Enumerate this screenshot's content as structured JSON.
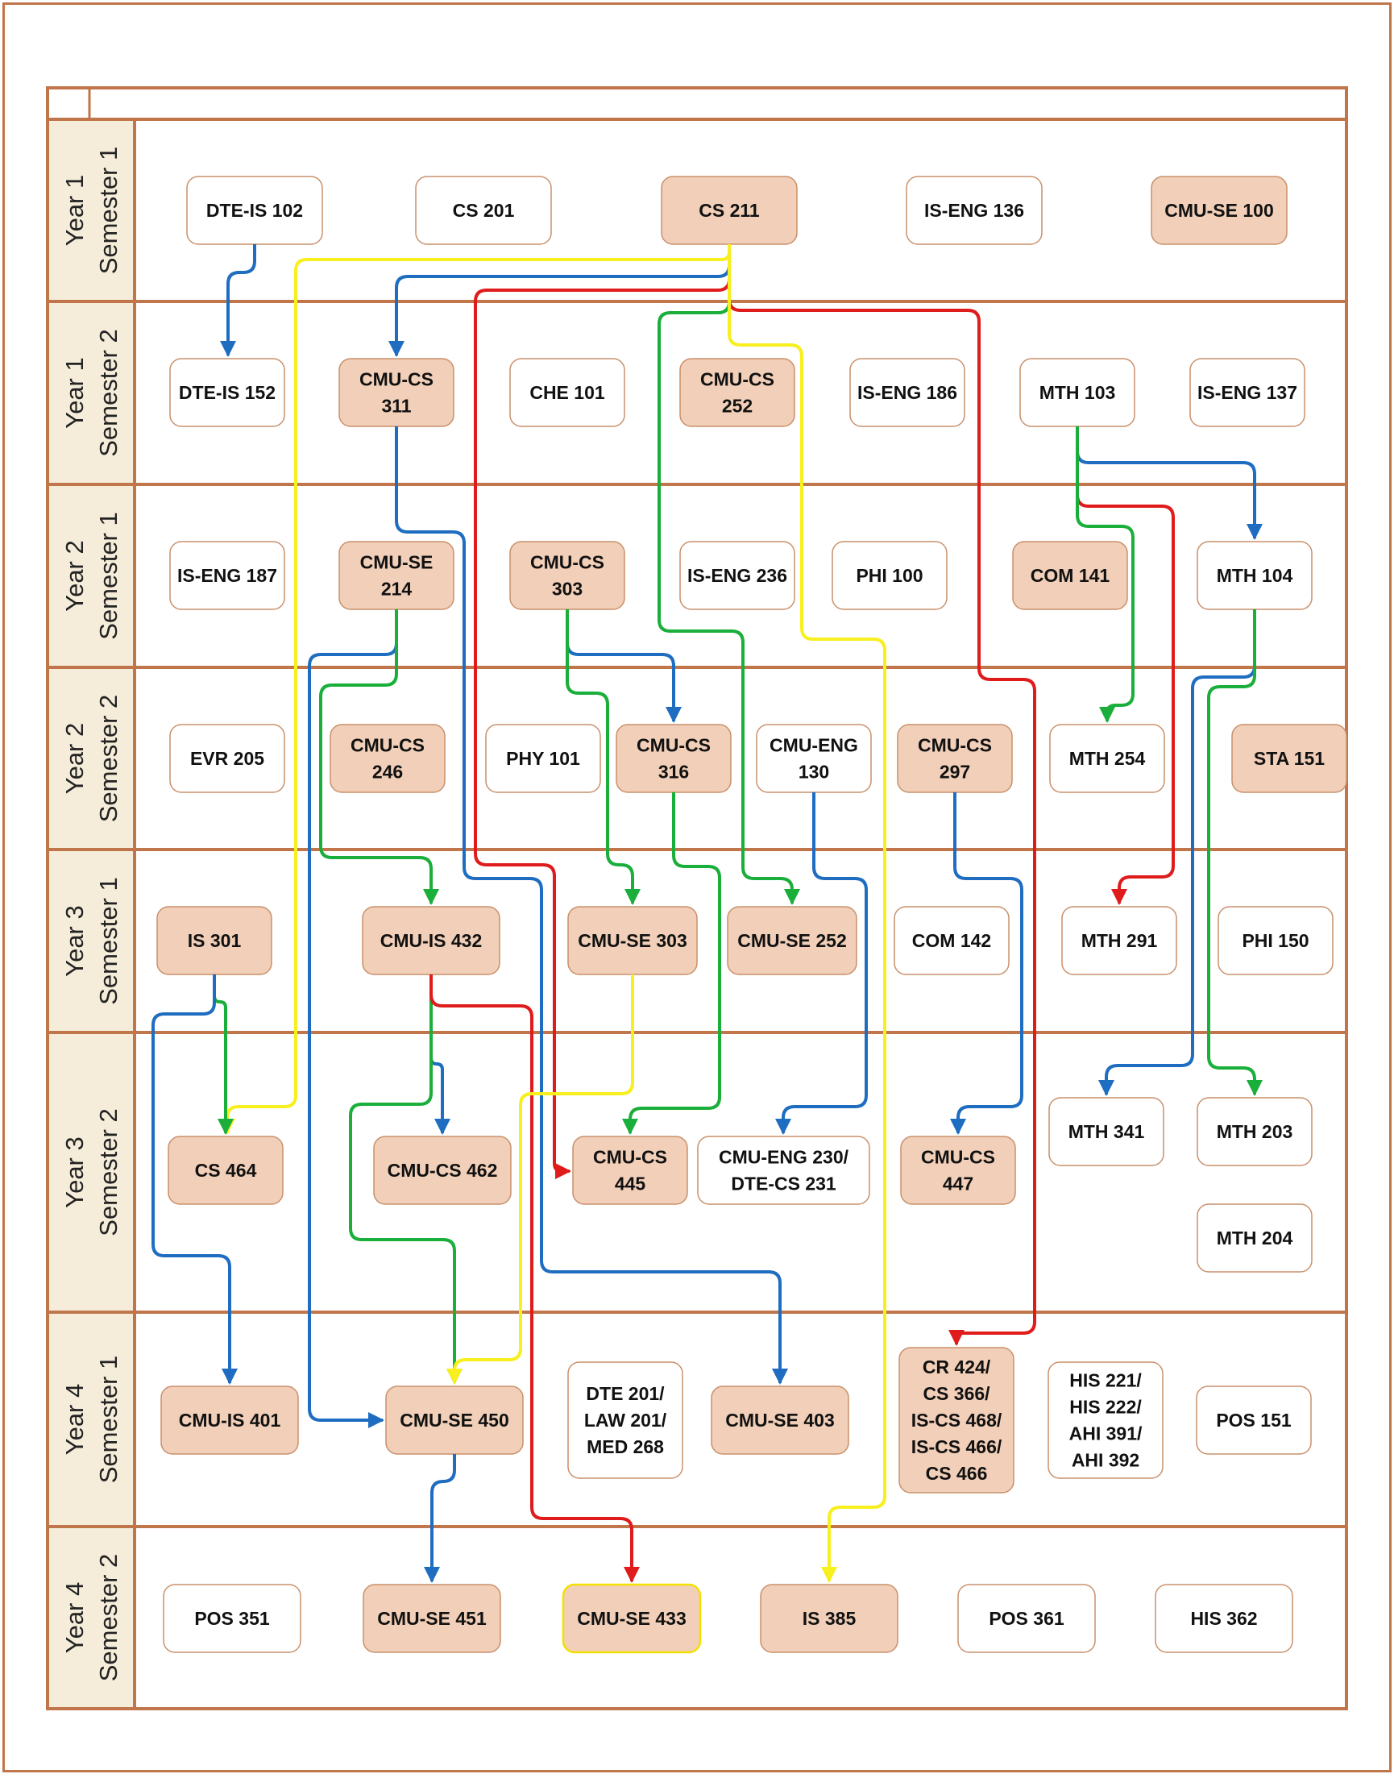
{
  "colors": {
    "frame": "#C0764A",
    "label_bg": "#F5ECDA",
    "filled_box": "#F1CFB8",
    "plain_box": "#FFFFFF",
    "box_border": "#C9906B",
    "highlight_border": "#F2E000",
    "blue": "#1F6DC0",
    "green": "#1AAE3B",
    "red": "#E01B1B",
    "yellow": "#F7EF1E"
  },
  "rows": [
    {
      "id": "y1s1",
      "year": "Year 1",
      "semester": "Semester 1"
    },
    {
      "id": "y1s2",
      "year": "Year 1",
      "semester": "Semester 2"
    },
    {
      "id": "y2s1",
      "year": "Year 2",
      "semester": "Semester 1"
    },
    {
      "id": "y2s2",
      "year": "Year 2",
      "semester": "Semester 2"
    },
    {
      "id": "y3s1",
      "year": "Year 3",
      "semester": "Semester 1"
    },
    {
      "id": "y3s2",
      "year": "Year 3",
      "semester": "Semester 2"
    },
    {
      "id": "y4s1",
      "year": "Year 4",
      "semester": "Semester 1"
    },
    {
      "id": "y4s2",
      "year": "Year 4",
      "semester": "Semester 2"
    }
  ],
  "courses": [
    {
      "id": "dte-is-102",
      "lines": [
        "DTE-IS 102"
      ],
      "filled": false
    },
    {
      "id": "cs-201",
      "lines": [
        "CS 201"
      ],
      "filled": false
    },
    {
      "id": "cs-211",
      "lines": [
        "CS 211"
      ],
      "filled": true
    },
    {
      "id": "is-eng-136",
      "lines": [
        "IS-ENG 136"
      ],
      "filled": false
    },
    {
      "id": "cmu-se-100",
      "lines": [
        "CMU-SE 100"
      ],
      "filled": true
    },
    {
      "id": "dte-is-152",
      "lines": [
        "DTE-IS 152"
      ],
      "filled": false
    },
    {
      "id": "cmu-cs-311",
      "lines": [
        "CMU-CS",
        "311"
      ],
      "filled": true
    },
    {
      "id": "che-101",
      "lines": [
        "CHE 101"
      ],
      "filled": false
    },
    {
      "id": "cmu-cs-252",
      "lines": [
        "CMU-CS",
        "252"
      ],
      "filled": true
    },
    {
      "id": "is-eng-186",
      "lines": [
        "IS-ENG 186"
      ],
      "filled": false
    },
    {
      "id": "mth-103",
      "lines": [
        "MTH 103"
      ],
      "filled": false
    },
    {
      "id": "is-eng-137",
      "lines": [
        "IS-ENG 137"
      ],
      "filled": false
    },
    {
      "id": "is-eng-187",
      "lines": [
        "IS-ENG 187"
      ],
      "filled": false
    },
    {
      "id": "cmu-se-214",
      "lines": [
        "CMU-SE",
        "214"
      ],
      "filled": true
    },
    {
      "id": "cmu-cs-303",
      "lines": [
        "CMU-CS",
        "303"
      ],
      "filled": true
    },
    {
      "id": "is-eng-236",
      "lines": [
        "IS-ENG 236"
      ],
      "filled": false
    },
    {
      "id": "phi-100",
      "lines": [
        "PHI 100"
      ],
      "filled": false
    },
    {
      "id": "com-141",
      "lines": [
        "COM 141"
      ],
      "filled": true
    },
    {
      "id": "mth-104",
      "lines": [
        "MTH 104"
      ],
      "filled": false
    },
    {
      "id": "evr-205",
      "lines": [
        "EVR 205"
      ],
      "filled": false
    },
    {
      "id": "cmu-cs-246",
      "lines": [
        "CMU-CS",
        "246"
      ],
      "filled": true
    },
    {
      "id": "phy-101",
      "lines": [
        "PHY 101"
      ],
      "filled": false
    },
    {
      "id": "cmu-cs-316",
      "lines": [
        "CMU-CS",
        "316"
      ],
      "filled": true
    },
    {
      "id": "cmu-eng-130",
      "lines": [
        "CMU-ENG",
        "130"
      ],
      "filled": false
    },
    {
      "id": "cmu-cs-297",
      "lines": [
        "CMU-CS",
        "297"
      ],
      "filled": true
    },
    {
      "id": "mth-254",
      "lines": [
        "MTH 254"
      ],
      "filled": false
    },
    {
      "id": "sta-151",
      "lines": [
        "STA 151"
      ],
      "filled": true
    },
    {
      "id": "is-301",
      "lines": [
        "IS 301"
      ],
      "filled": true
    },
    {
      "id": "cmu-is-432",
      "lines": [
        "CMU-IS 432"
      ],
      "filled": true
    },
    {
      "id": "cmu-se-303",
      "lines": [
        "CMU-SE 303"
      ],
      "filled": true
    },
    {
      "id": "cmu-se-252",
      "lines": [
        "CMU-SE 252"
      ],
      "filled": true
    },
    {
      "id": "com-142",
      "lines": [
        "COM 142"
      ],
      "filled": false
    },
    {
      "id": "mth-291",
      "lines": [
        "MTH 291"
      ],
      "filled": false
    },
    {
      "id": "phi-150",
      "lines": [
        "PHI 150"
      ],
      "filled": false
    },
    {
      "id": "cs-464",
      "lines": [
        "CS 464"
      ],
      "filled": true
    },
    {
      "id": "cmu-cs-462",
      "lines": [
        "CMU-CS 462"
      ],
      "filled": true
    },
    {
      "id": "cmu-cs-445",
      "lines": [
        "CMU-CS",
        "445"
      ],
      "filled": true
    },
    {
      "id": "cmu-eng-230",
      "lines": [
        "CMU-ENG 230/",
        "DTE-CS 231"
      ],
      "filled": false
    },
    {
      "id": "cmu-cs-447",
      "lines": [
        "CMU-CS",
        "447"
      ],
      "filled": true
    },
    {
      "id": "mth-341",
      "lines": [
        "MTH 341"
      ],
      "filled": false
    },
    {
      "id": "mth-203",
      "lines": [
        "MTH 203"
      ],
      "filled": false
    },
    {
      "id": "mth-204",
      "lines": [
        "MTH 204"
      ],
      "filled": false
    },
    {
      "id": "cmu-is-401",
      "lines": [
        "CMU-IS 401"
      ],
      "filled": true
    },
    {
      "id": "cmu-se-450",
      "lines": [
        "CMU-SE 450"
      ],
      "filled": true
    },
    {
      "id": "dte-201",
      "lines": [
        "DTE 201/",
        "LAW 201/",
        "MED 268"
      ],
      "filled": false
    },
    {
      "id": "cmu-se-403",
      "lines": [
        "CMU-SE 403"
      ],
      "filled": true
    },
    {
      "id": "cr-424",
      "lines": [
        "CR 424/",
        "CS 366/",
        "IS-CS 468/",
        "IS-CS 466/",
        "CS 466"
      ],
      "filled": true
    },
    {
      "id": "his-221",
      "lines": [
        "HIS 221/",
        "HIS 222/",
        "AHI 391/",
        "AHI 392"
      ],
      "filled": false
    },
    {
      "id": "pos-151",
      "lines": [
        "POS 151"
      ],
      "filled": false
    },
    {
      "id": "pos-351",
      "lines": [
        "POS 351"
      ],
      "filled": false
    },
    {
      "id": "cmu-se-451",
      "lines": [
        "CMU-SE 451"
      ],
      "filled": true
    },
    {
      "id": "cmu-se-433",
      "lines": [
        "CMU-SE 433"
      ],
      "filled": true,
      "highlight": true
    },
    {
      "id": "is-385",
      "lines": [
        "IS 385"
      ],
      "filled": true
    },
    {
      "id": "pos-361",
      "lines": [
        "POS 361"
      ],
      "filled": false
    },
    {
      "id": "his-362",
      "lines": [
        "HIS 362"
      ],
      "filled": false
    }
  ],
  "arrows": [
    {
      "id": "dte-is-102-to-dte-is-152",
      "color": "blue"
    },
    {
      "id": "cs-211-to-cs-464",
      "color": "yellow"
    },
    {
      "id": "cs-211-to-cmu-cs-311",
      "color": "blue"
    },
    {
      "id": "cs-211-to-cmu-cs-445",
      "color": "red"
    },
    {
      "id": "cs-211-to-cmu-se-252",
      "color": "green"
    },
    {
      "id": "cs-211-to-cr-424",
      "color": "red"
    },
    {
      "id": "cs-211-to-is-385",
      "color": "yellow"
    },
    {
      "id": "cmu-cs-311-to-cmu-se-403",
      "color": "blue"
    },
    {
      "id": "mth-103-to-mth-104",
      "color": "blue"
    },
    {
      "id": "mth-103-to-mth-291",
      "color": "red"
    },
    {
      "id": "mth-103-to-mth-254",
      "color": "green"
    },
    {
      "id": "cmu-se-214-to-cmu-se-450",
      "color": "blue"
    },
    {
      "id": "cmu-se-214-to-cmu-is-432",
      "color": "green"
    },
    {
      "id": "cmu-cs-303-to-cmu-cs-316",
      "color": "blue"
    },
    {
      "id": "cmu-cs-303-to-cmu-se-303",
      "color": "green"
    },
    {
      "id": "mth-104-to-mth-341",
      "color": "blue"
    },
    {
      "id": "mth-104-to-mth-203",
      "color": "green"
    },
    {
      "id": "cmu-cs-316-to-cmu-cs-445",
      "color": "green"
    },
    {
      "id": "cmu-eng-130-to-cmu-eng-230",
      "color": "blue"
    },
    {
      "id": "cmu-cs-297-to-cmu-cs-447",
      "color": "blue"
    },
    {
      "id": "is-301-to-cs-464",
      "color": "green"
    },
    {
      "id": "is-301-to-cmu-is-401",
      "color": "blue"
    },
    {
      "id": "cmu-is-432-to-cmu-cs-462",
      "color": "blue"
    },
    {
      "id": "cmu-is-432-to-cmu-se-450",
      "color": "green"
    },
    {
      "id": "cmu-is-432-to-cmu-se-433",
      "color": "red"
    },
    {
      "id": "cmu-se-303-to-cmu-se-450",
      "color": "yellow"
    },
    {
      "id": "cmu-se-450-to-cmu-se-451",
      "color": "blue"
    }
  ]
}
